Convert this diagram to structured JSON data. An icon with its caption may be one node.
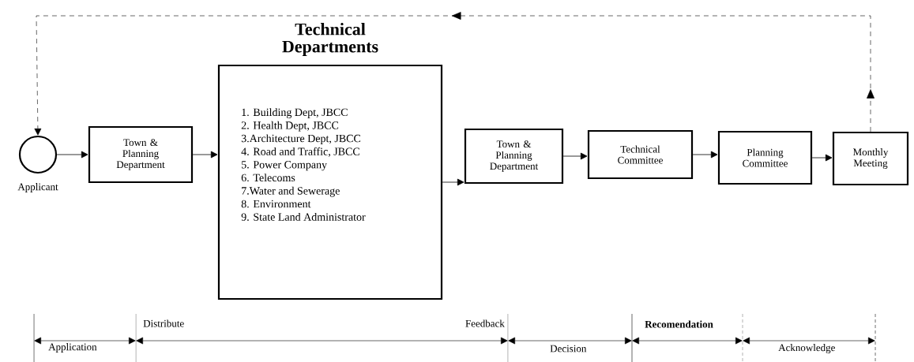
{
  "diagram": {
    "title": "Technical Departments",
    "nodes": [
      {
        "text": [],
        "shape": "circle",
        "beside": [
          "Applicant"
        ]
      },
      {
        "text": [
          "Town & Planning Department"
        ]
      },
      {
        "text": [
          "1. Building Dept, JBCC",
          "2. Health Dept, JBCC",
          "3.Architecture Dept, JBCC",
          "4. Road and Traffic, JBCC",
          "5. Power Company",
          "6. Telecoms",
          "7.Water and Sewerage",
          "8. Environment",
          "9. State Land Administrator"
        ]
      },
      {
        "text": [
          "Town & Planning Department"
        ]
      },
      {
        "text": [
          "Technical Committee"
        ]
      },
      {
        "text": [
          "Planning Committee"
        ]
      },
      {
        "text": [
          "Monthly Meeting"
        ]
      }
    ],
    "edges": [
      {
        "from": 0,
        "to": 1,
        "arrow": "to"
      },
      {
        "from": 1,
        "to": 2,
        "arrow": "to"
      },
      {
        "from": 2,
        "to": 3,
        "arrow": "to"
      },
      {
        "from": 3,
        "to": 4,
        "arrow": "to"
      },
      {
        "from": 4,
        "to": 5,
        "arrow": "to"
      },
      {
        "from": 5,
        "to": 6,
        "arrow": "to"
      },
      {
        "from": 6,
        "to": 0,
        "arrow": "to",
        "style": "dashed"
      }
    ],
    "labels": [
      "Application",
      "Distribute",
      "Feedback",
      "Decision",
      "Recomendation",
      "Acknowledge"
    ]
  }
}
